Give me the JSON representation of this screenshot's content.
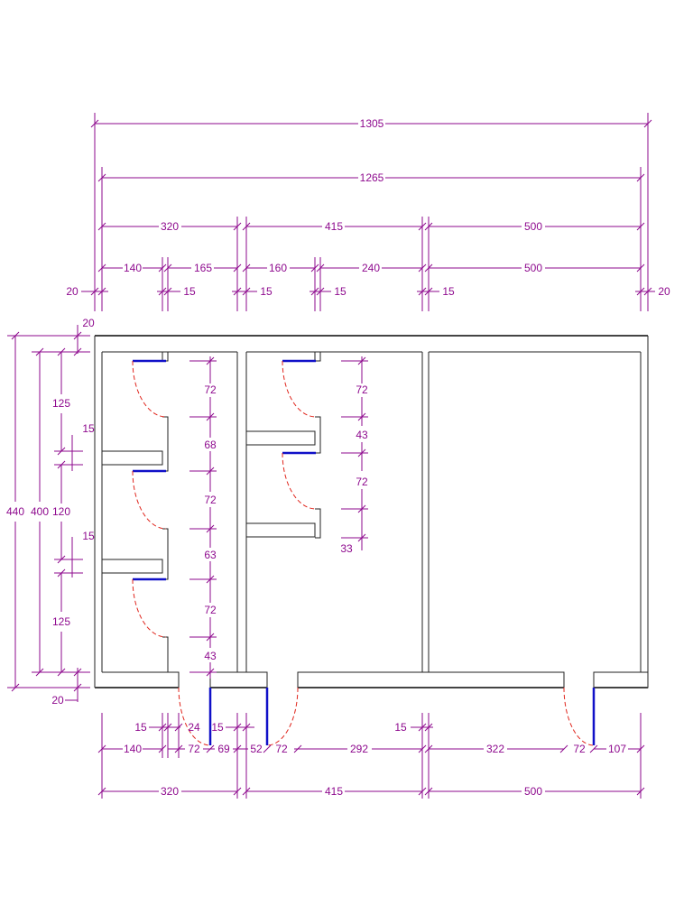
{
  "colors": {
    "dimension": "#8e0a8e",
    "wall": "#222222",
    "door_leaf": "#1010c8",
    "door_swing": "#e0241b"
  },
  "top_dims": {
    "overall": "1305",
    "inner": "1265",
    "rooms": [
      "320",
      "415",
      "500"
    ],
    "stalls": [
      "140",
      "165",
      "160",
      "240",
      "500"
    ],
    "walls": [
      "20",
      "15",
      "15",
      "15",
      "15",
      "20"
    ]
  },
  "left_dims": {
    "overall": "440",
    "inner": "400",
    "top_wall": "20",
    "bottom_wall": "20",
    "segments": [
      "125",
      "15",
      "120",
      "15",
      "125"
    ]
  },
  "stall_dims_a": [
    "72",
    "68",
    "72",
    "63",
    "72",
    "43"
  ],
  "stall_dims_b": [
    "72",
    "43",
    "72",
    "33"
  ],
  "bottom_dims": {
    "walls": [
      "15",
      "24",
      "15",
      "15"
    ],
    "openings": [
      "140",
      "72",
      "69",
      "52",
      "72",
      "292",
      "322",
      "72",
      "107"
    ],
    "rooms": [
      "320",
      "415",
      "500"
    ]
  }
}
